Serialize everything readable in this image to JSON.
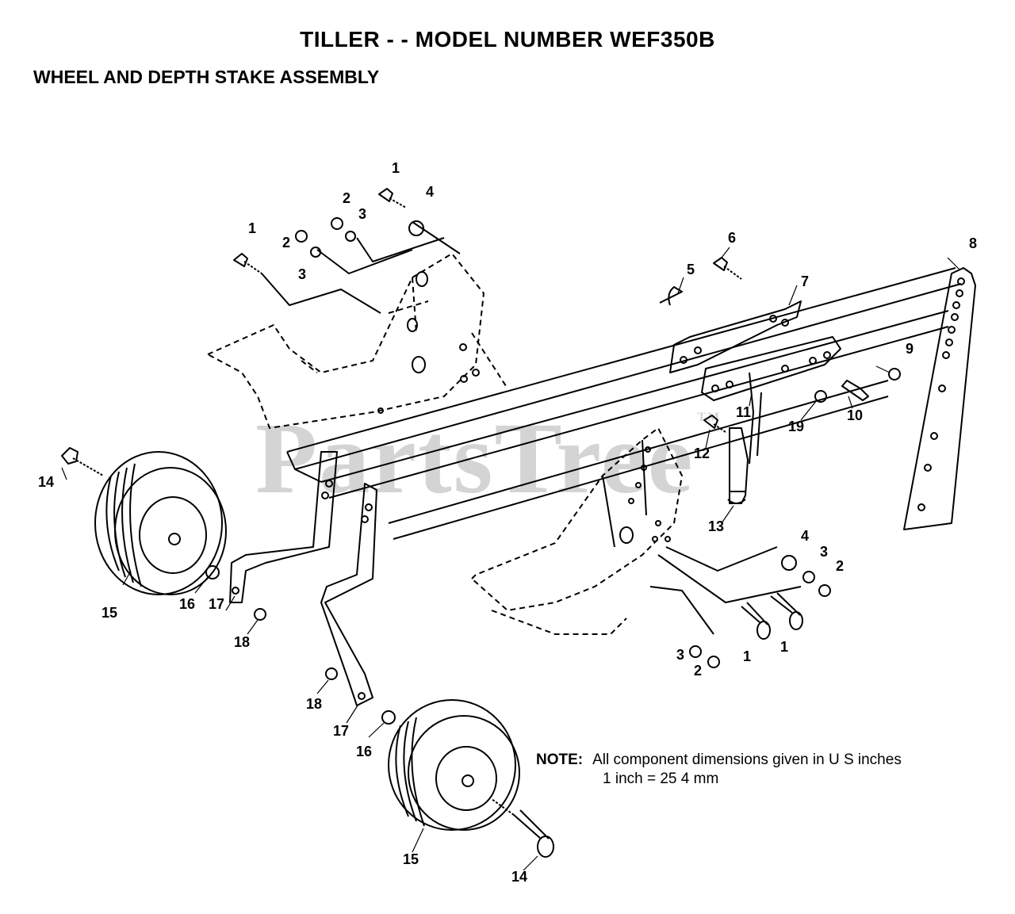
{
  "header": {
    "title": "TILLER - - MODEL NUMBER WEF350B",
    "subtitle": "WHEEL AND DEPTH STAKE ASSEMBLY"
  },
  "watermark": "PartsTree",
  "watermark_tm": "TM",
  "note": {
    "label": "NOTE:",
    "line1": "All component dimensions given in U S  inches",
    "line2": "1 inch = 25 4 mm"
  },
  "callouts": {
    "c1a": "1",
    "c1b": "1",
    "c1c": "1",
    "c1d": "1",
    "c2a": "2",
    "c2b": "2",
    "c2c": "2",
    "c2d": "2",
    "c3a": "3",
    "c3b": "3",
    "c3c": "3",
    "c3d": "3",
    "c4a": "4",
    "c4b": "4",
    "c5": "5",
    "c6": "6",
    "c7": "7",
    "c8": "8",
    "c9": "9",
    "c10": "10",
    "c11": "11",
    "c12": "12",
    "c13": "13",
    "c14a": "14",
    "c14b": "14",
    "c15a": "15",
    "c15b": "15",
    "c16a": "16",
    "c16b": "16",
    "c17a": "17",
    "c17b": "17",
    "c18a": "18",
    "c18b": "18",
    "c19": "19"
  }
}
